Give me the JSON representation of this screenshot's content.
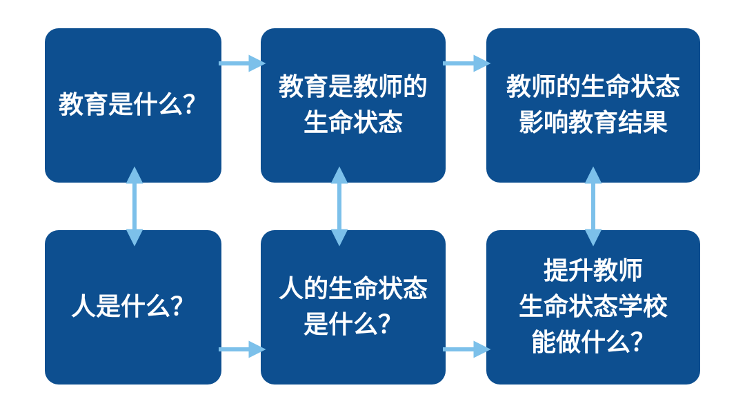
{
  "colors": {
    "box_fill": "#0d4f90",
    "box_text": "#ffffff",
    "arrow": "#7cc0ea",
    "background": "#ffffff"
  },
  "boxes": [
    {
      "id": "b1",
      "text": "教育是什么？"
    },
    {
      "id": "b2",
      "text": "教育是教师的\n生命状态"
    },
    {
      "id": "b3",
      "text": "教师的生命状态\n影响教育结果"
    },
    {
      "id": "b4",
      "text": "人是什么？"
    },
    {
      "id": "b5",
      "text": "人的生命状态\n是什么？"
    },
    {
      "id": "b6",
      "text": "提升教师\n生命状态学校\n能做什么？"
    }
  ],
  "connections": [
    {
      "from": "b1",
      "to": "b2",
      "type": "one-way"
    },
    {
      "from": "b2",
      "to": "b3",
      "type": "one-way"
    },
    {
      "from": "b4",
      "to": "b5",
      "type": "one-way"
    },
    {
      "from": "b5",
      "to": "b6",
      "type": "one-way"
    },
    {
      "from": "b1",
      "to": "b4",
      "type": "two-way"
    },
    {
      "from": "b2",
      "to": "b5",
      "type": "two-way"
    },
    {
      "from": "b3",
      "to": "b6",
      "type": "two-way"
    }
  ]
}
